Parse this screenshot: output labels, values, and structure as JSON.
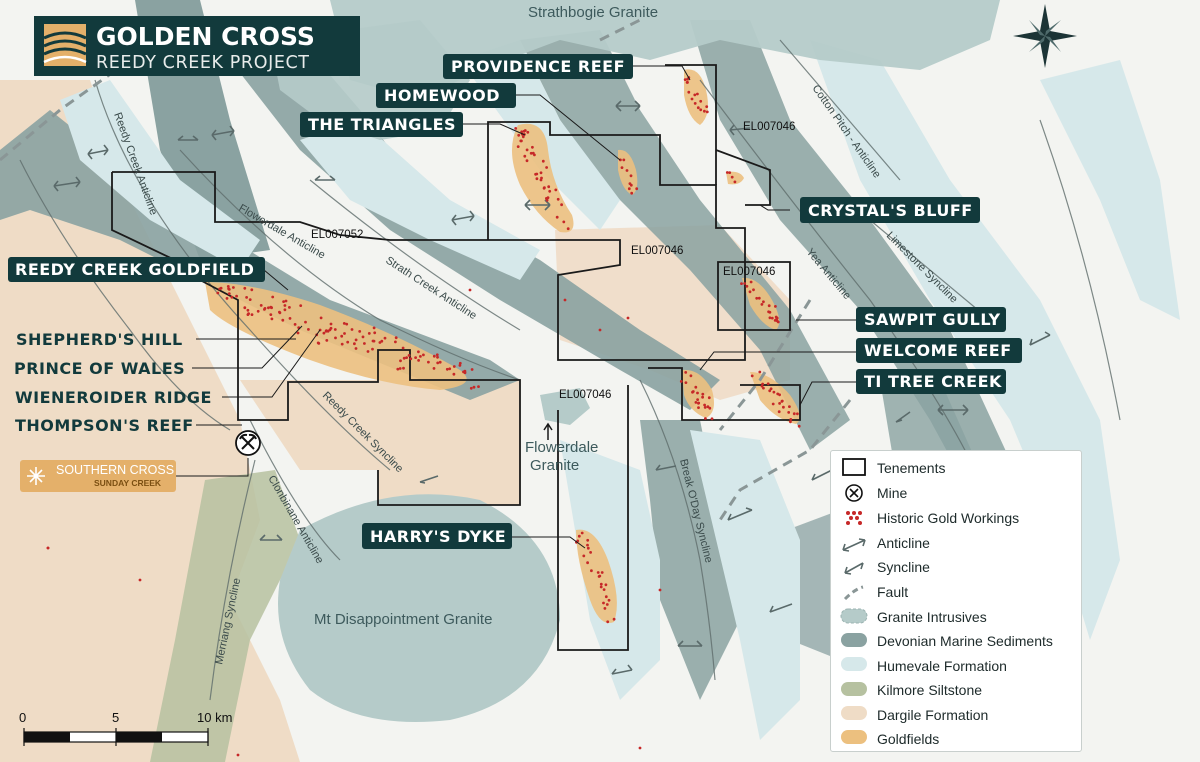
{
  "title": {
    "main": "GOLDEN CROSS",
    "sub": "REEDY CREEK PROJECT"
  },
  "granites": {
    "strathbogie": "Strathbogie Granite",
    "flowerdale_line1": "Flowerdale",
    "flowerdale_line2": "Granite",
    "mt_disappointment": "Mt Disappointment Granite"
  },
  "prospects": [
    {
      "name": "PROVIDENCE REEF"
    },
    {
      "name": "HOMEWOOD"
    },
    {
      "name": "THE TRIANGLES"
    },
    {
      "name": "REEDY CREEK GOLDFIELD"
    },
    {
      "name": "SHEPHERD'S HILL"
    },
    {
      "name": "PRINCE OF WALES"
    },
    {
      "name": "WIENEROIDER RIDGE"
    },
    {
      "name": "THOMPSON'S REEF"
    },
    {
      "name": "CRYSTAL'S BLUFF"
    },
    {
      "name": "SAWPIT GULLY"
    },
    {
      "name": "WELCOME REEF"
    },
    {
      "name": "TI TREE CREEK"
    },
    {
      "name": "HARRY'S DYKE"
    }
  ],
  "tenements": {
    "el_north": "EL007046",
    "el_west": "EL007052",
    "el_center": "EL007046",
    "el_box": "EL007046",
    "el_south": "EL007046"
  },
  "structures": {
    "reedy_creek_anticline": "Reedy Creek Anticline",
    "flowerdale_anticline": "Flowerdale Anticline",
    "strath_creek_anticline": "Strath Creek Anticline",
    "reedy_creek_syncline": "Reedy Creek Syncline",
    "clonbinane_anticline": "Clonbinane Anticline",
    "merriang_syncline": "Merriang Syncline",
    "break_oday_syncline": "Break O'Day Syncline",
    "cotton_pitch_anticline": "Cotton Pitch - Anticline",
    "yea_anticline": "Yea Anticline",
    "limestone_syncline": "Limestone Syncline"
  },
  "southern_cross": {
    "line1": "SOUTHERN CROSS",
    "line2": "SUNDAY CREEK"
  },
  "legend": {
    "items": [
      {
        "label": "Tenements",
        "icon": "tenement-box-icon"
      },
      {
        "label": "Mine",
        "icon": "mine-icon"
      },
      {
        "label": "Historic Gold Workings",
        "icon": "gold-workings-icon",
        "color": "#c62828"
      },
      {
        "label": "Anticline",
        "icon": "anticline-arrow-icon"
      },
      {
        "label": "Syncline",
        "icon": "syncline-arrow-icon"
      },
      {
        "label": "Fault",
        "icon": "fault-dash-icon"
      },
      {
        "label": "Granite Intrusives",
        "icon": "swatch-icon",
        "color": "#b5cbc9"
      },
      {
        "label": "Devonian Marine Sediments",
        "icon": "swatch-icon",
        "color": "#8aa2a1"
      },
      {
        "label": "Humevale Formation",
        "icon": "swatch-icon",
        "color": "#d6e8ea"
      },
      {
        "label": "Kilmore Siltstone",
        "icon": "swatch-icon",
        "color": "#b6c1a0"
      },
      {
        "label": "Dargile Formation",
        "icon": "swatch-icon",
        "color": "#efdcc6"
      },
      {
        "label": "Goldfields",
        "icon": "swatch-icon",
        "color": "#ecc07f"
      }
    ]
  },
  "scale": {
    "ticks": [
      "0",
      "5",
      "10 km"
    ]
  },
  "colors": {
    "label_bg": "#123a3c",
    "gold_dots": "#c62828",
    "goldfields": "#ecc07f"
  }
}
